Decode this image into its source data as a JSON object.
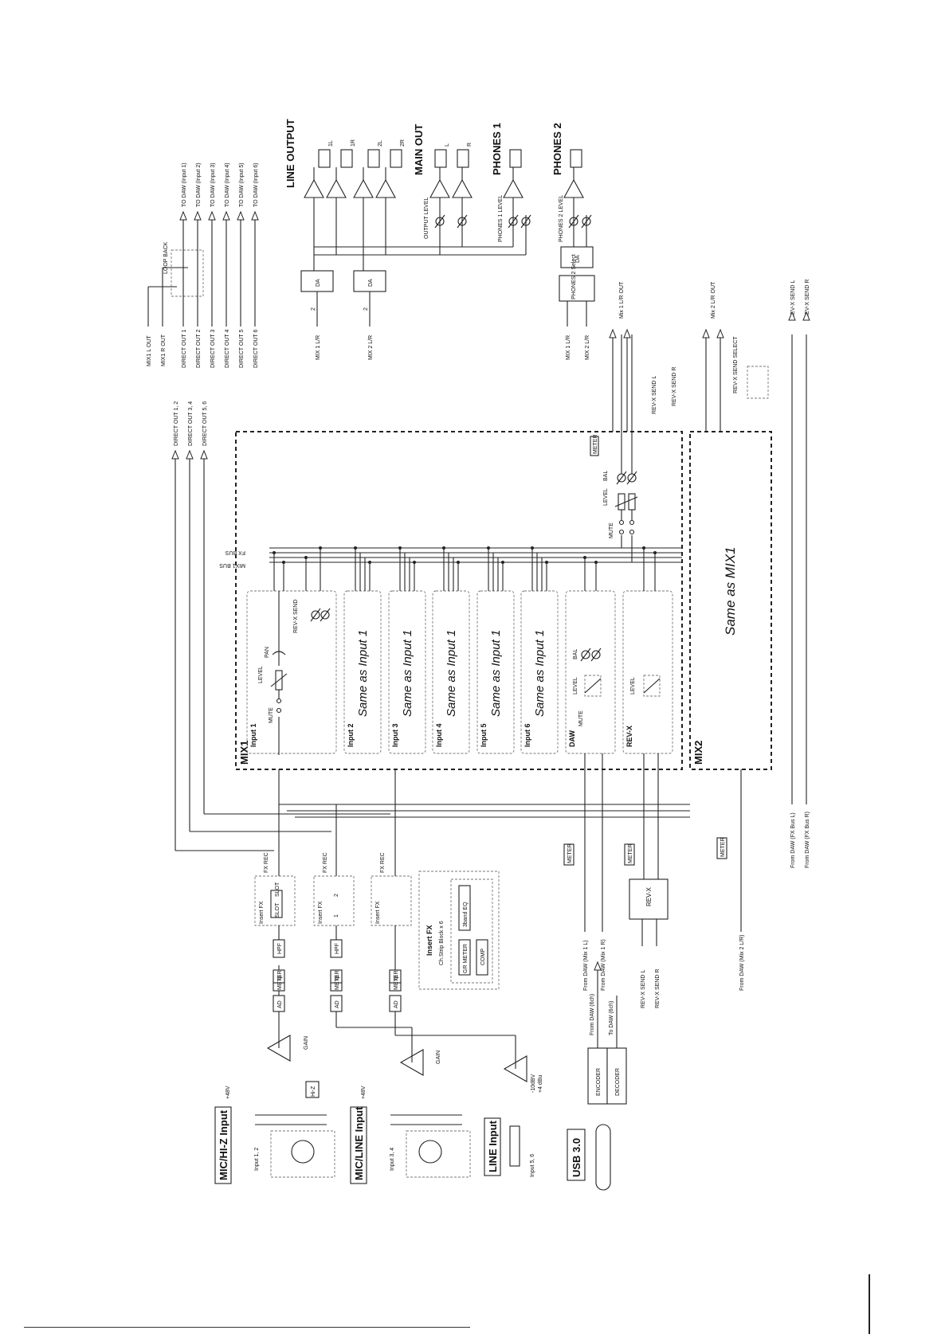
{
  "sections": {
    "mic_hiz": "MIC/HI-Z Input",
    "mic_line": "MIC/LINE Input",
    "line_input": "LINE Input",
    "usb": "USB 3.0",
    "line_output": "LINE OUTPUT",
    "main_out": "MAIN OUT",
    "phones1": "PHONES 1",
    "phones2": "PHONES 2",
    "mix1": "MIX1",
    "mix2": "MIX2",
    "insert_fx": "Insert FX"
  },
  "inputs": {
    "in12": "Input 1, 2",
    "in34": "Input 3, 4",
    "in56": "Input 5, 6",
    "p48a": "+48V",
    "p48b": "+48V",
    "hiz": "Hi-Z",
    "gain_a": "GAIN",
    "gain_b": "GAIN",
    "m10dbv": "-10dBV",
    "p4dbu": "+4 dBu"
  },
  "blocks": {
    "ad": "AD",
    "meter": "METER",
    "phase": "φ",
    "hpf": "HPF",
    "slot1a": "SLOT",
    "slot1b": "1",
    "slot2a": "SLOT",
    "slot2b": "2",
    "insert_fx_small": "Insert FX",
    "fx_rec": "FX REC",
    "comp": "COMP",
    "gr_meter": "GR METER",
    "eq": "3band EQ",
    "ch_strip": "Ch.Strip Block x 6",
    "encoder": "ENCODER",
    "decoder": "DECODER",
    "from_daw_6ch": "From DAW (6ch)",
    "to_daw_6ch": "To DAW (6ch)",
    "rev_x": "REV-X",
    "rev_x_send_l": "REV-X SEND L",
    "rev_x_send_r": "REV-X SEND R",
    "from_daw_mix1_l": "From DAW (Mix 1 L)",
    "from_daw_mix1_r": "From DAW (Mix 1 R)",
    "from_daw_mix2": "From DAW (Mix 2 L/R)",
    "from_daw_fx_l": "From DAW (FX Bus L)",
    "from_daw_fx_r": "From DAW (FX Bus R)"
  },
  "mix1": {
    "input1": "Input 1",
    "mute": "MUTE",
    "level": "LEVEL",
    "pan": "PAN",
    "rev_send": "REV-X SEND",
    "same_as_input1": "Same as Input 1",
    "channels": [
      "Input 2",
      "Input 3",
      "Input 4",
      "Input 5",
      "Input 6"
    ],
    "daw": "DAW",
    "bal": "BAL",
    "revx_ch": "REV-X",
    "mix1_bus": "MIX1 BUS",
    "fx_bus": "FX BUS",
    "master_mute": "MUTE",
    "master_level": "LEVEL",
    "master_bal": "BAL",
    "master_meter": "METER"
  },
  "mix2": {
    "same_as_mix1": "Same as MIX1"
  },
  "direct_out": [
    "DIRECT OUT 1, 2",
    "DIRECT OUT 3, 4",
    "DIRECT OUT 5, 6"
  ],
  "rev_send_select": {
    "send_l": "REV-X SEND L",
    "send_r": "REV-X SEND R",
    "select": "REV-X SEND SELECT",
    "out_l": "REV-X SEND L",
    "out_r": "REV-X SEND R"
  },
  "mix_outs": {
    "mix1_lr_out": "Mix 1 L/R OUT",
    "mix2_lr_out": "Mix 2 L/R OUT"
  },
  "loopback": {
    "label": "LOOP BACK",
    "mix1_l_out": "MIX1 L OUT",
    "mix1_r_out": "MIX1 R OUT",
    "direct_outs": [
      "DIRECT OUT 1",
      "DIRECT OUT 2",
      "DIRECT OUT 3",
      "DIRECT OUT 4",
      "DIRECT OUT 5",
      "DIRECT OUT 6"
    ],
    "to_daw": [
      "TO DAW (Input 1)",
      "TO DAW (Input 2)",
      "TO DAW (Input 3)",
      "TO DAW (Input 4)",
      "TO DAW (Input 5)",
      "TO DAW (Input 6)"
    ]
  },
  "outputs": {
    "mix1_lr": "MIX 1 L/R",
    "mix2_lr": "MIX 2 L/R",
    "mix1_lr_b": "MIX 1 L/R",
    "mix2_lr_b": "MIX 2 L/R",
    "da": "DA",
    "phones2_select": "PHONES 2 Select",
    "output_level": "OUTPUT LEVEL",
    "phones1_level": "PHONES 1 LEVEL",
    "phones2_level": "PHONES 2 LEVEL",
    "ch_1l": "1L",
    "ch_1r": "1R",
    "ch_2l": "2L",
    "ch_2r": "2R",
    "ch_l": "L",
    "ch_r": "R",
    "two": "2"
  }
}
